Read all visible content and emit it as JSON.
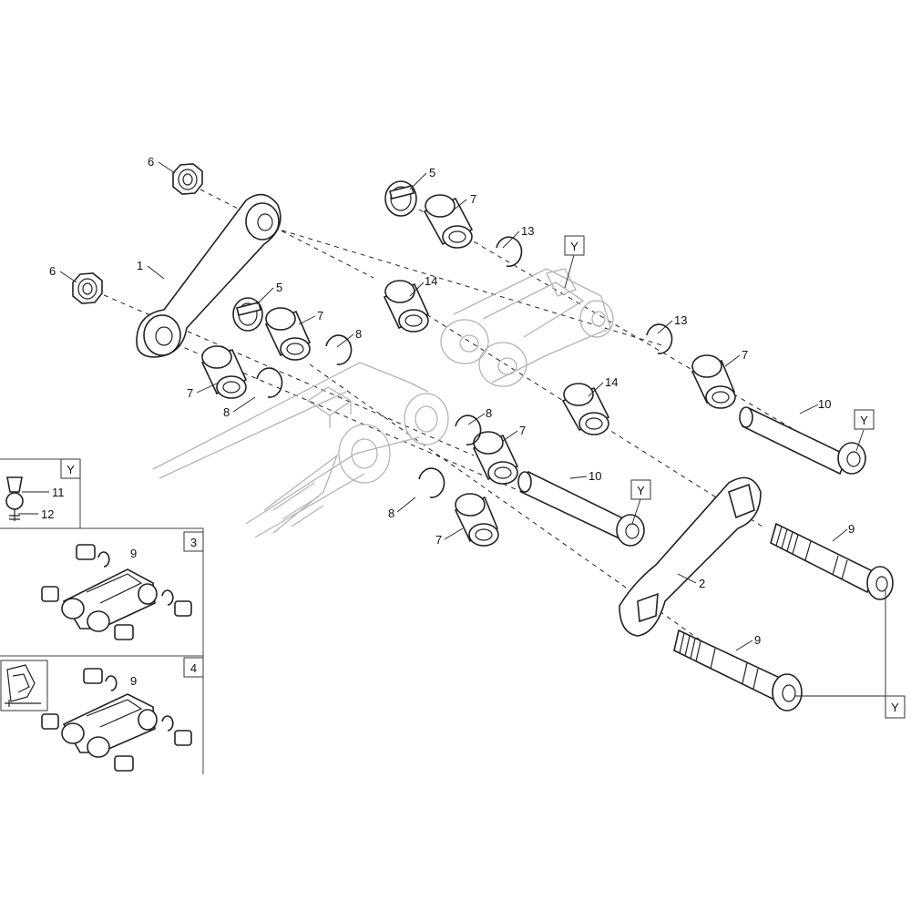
{
  "callouts": {
    "c1": "1",
    "c2": "2",
    "c3": "3",
    "c4": "4",
    "c5a": "5",
    "c5b": "5",
    "c6a": "6",
    "c6b": "6",
    "c7a": "7",
    "c7b": "7",
    "c7c": "7",
    "c7d": "7",
    "c7e": "7",
    "c7f": "7",
    "c8a": "8",
    "c8b": "8",
    "c8c": "8",
    "c8d": "8",
    "c9a": "9",
    "c9b": "9",
    "c9c": "9",
    "c9d": "9",
    "c10a": "10",
    "c10b": "10",
    "c11": "11",
    "c12": "12",
    "c13a": "13",
    "c13b": "13",
    "c14a": "14",
    "c14b": "14"
  },
  "refs": {
    "y1": "Y",
    "y2": "Y",
    "y3": "Y",
    "y4": "Y",
    "y5": "Y"
  },
  "colors": {
    "line": "#222222",
    "ghost": "#b4b4b4",
    "background": "#ffffff"
  }
}
